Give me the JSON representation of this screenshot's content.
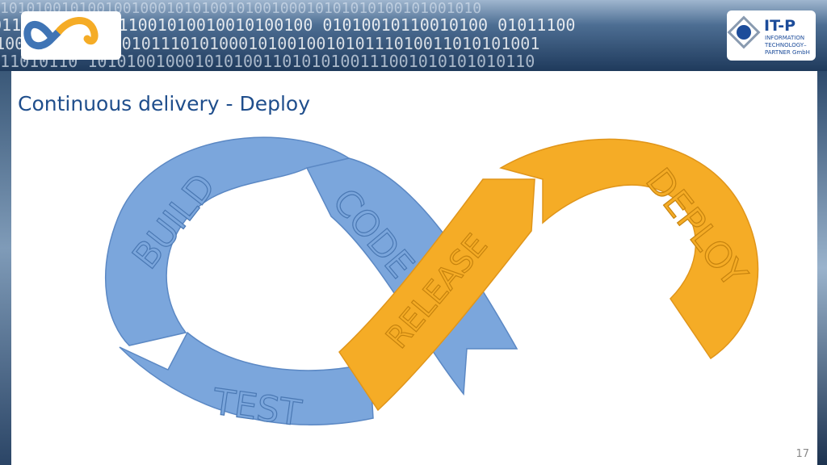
{
  "slide": {
    "title": "Continuous delivery - Deploy",
    "page_number": "17"
  },
  "banner": {
    "binary_rows": [
      "1010100101001001000101010010100100010101010100101001010",
      "0110100 0101111001010010010100100 01010010110010100 01011100",
      "1010010001001010101110101000101001001010111010011010101001",
      "11010110 1010100100010101001101010100111001010101010110"
    ]
  },
  "logo_right": {
    "name": "IT-P",
    "lines": [
      "INFORMATION",
      "TECHNOLOGY–",
      "PARTNER GmbH"
    ]
  },
  "diagram": {
    "segments": [
      {
        "label": "CODE",
        "color": "#7ba6dc"
      },
      {
        "label": "BUILD",
        "color": "#7ba6dc"
      },
      {
        "label": "TEST",
        "color": "#7ba6dc"
      },
      {
        "label": "RELEASE",
        "color": "#f5ac26"
      },
      {
        "label": "DEPLOY",
        "color": "#f5ac26"
      }
    ]
  },
  "colors": {
    "title": "#1f4e8c",
    "blue_segment": "#7ba6dc",
    "orange_segment": "#f5ac26"
  }
}
